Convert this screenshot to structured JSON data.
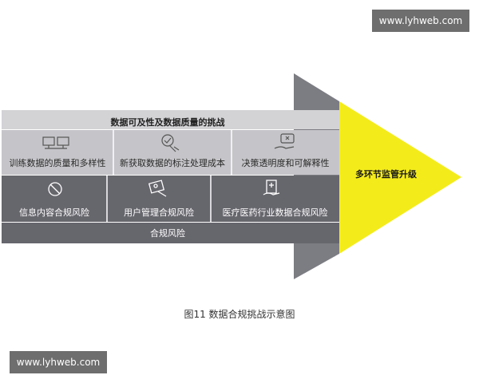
{
  "diagram": {
    "header": "数据可及性及数据质量的挑战",
    "challenges": [
      {
        "label": "训练数据的质量和多样性",
        "icon": "monitors-icon"
      },
      {
        "label": "新获取数据的标注处理成本",
        "icon": "tagging-hand-icon"
      },
      {
        "label": "决策透明度和可解释性",
        "icon": "decision-hand-icon"
      }
    ],
    "compliance": [
      {
        "label": "信息内容合规风险",
        "icon": "no-entry-icon"
      },
      {
        "label": "用户管理合规风险",
        "icon": "user-card-icon"
      },
      {
        "label": "医疗医药行业数据合规风险",
        "icon": "medical-doc-icon"
      }
    ],
    "footer": "合规风险",
    "tip": "多环节监管升级",
    "caption": "图11 数据合规挑战示意图"
  },
  "watermarks": {
    "top": "www.lyhweb.com",
    "bottom": "www.lyhweb.com"
  },
  "colors": {
    "light_gray": "#cfcfd2",
    "mid_gray": "#9c9ca3",
    "dark_gray": "#5f5f66",
    "yellow": "#f4ec1a"
  }
}
